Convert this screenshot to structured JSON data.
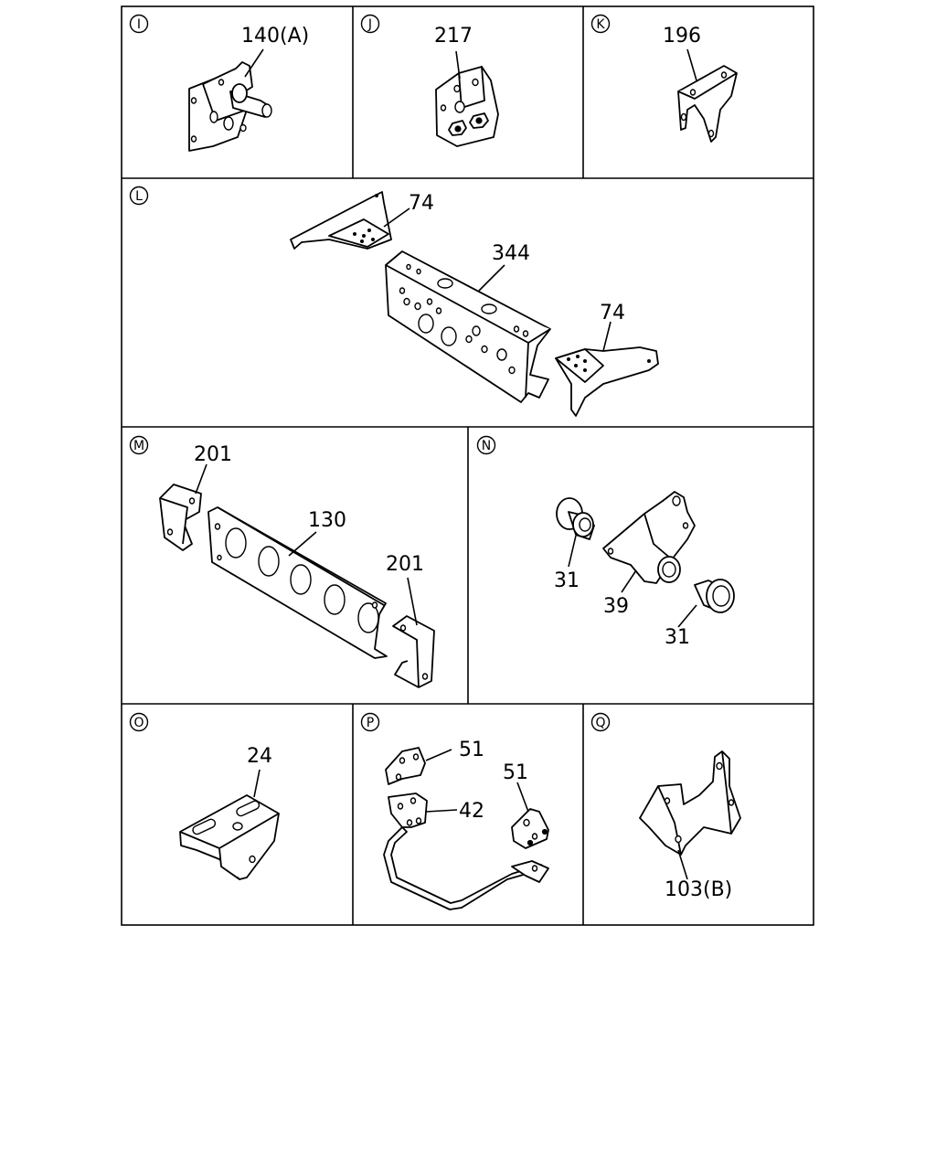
{
  "panels": [
    {
      "letter": "I",
      "labels": [
        "140(A)"
      ]
    },
    {
      "letter": "J",
      "labels": [
        "217"
      ]
    },
    {
      "letter": "K",
      "labels": [
        "196"
      ]
    },
    {
      "letter": "L",
      "labels": [
        "74",
        "344",
        "74"
      ]
    },
    {
      "letter": "M",
      "labels": [
        "201",
        "130",
        "201"
      ]
    },
    {
      "letter": "N",
      "labels": [
        "31",
        "39",
        "31"
      ]
    },
    {
      "letter": "O",
      "labels": [
        "24"
      ]
    },
    {
      "letter": "P",
      "labels": [
        "51",
        "42",
        "51"
      ]
    },
    {
      "letter": "Q",
      "labels": [
        "103(B)"
      ]
    }
  ]
}
